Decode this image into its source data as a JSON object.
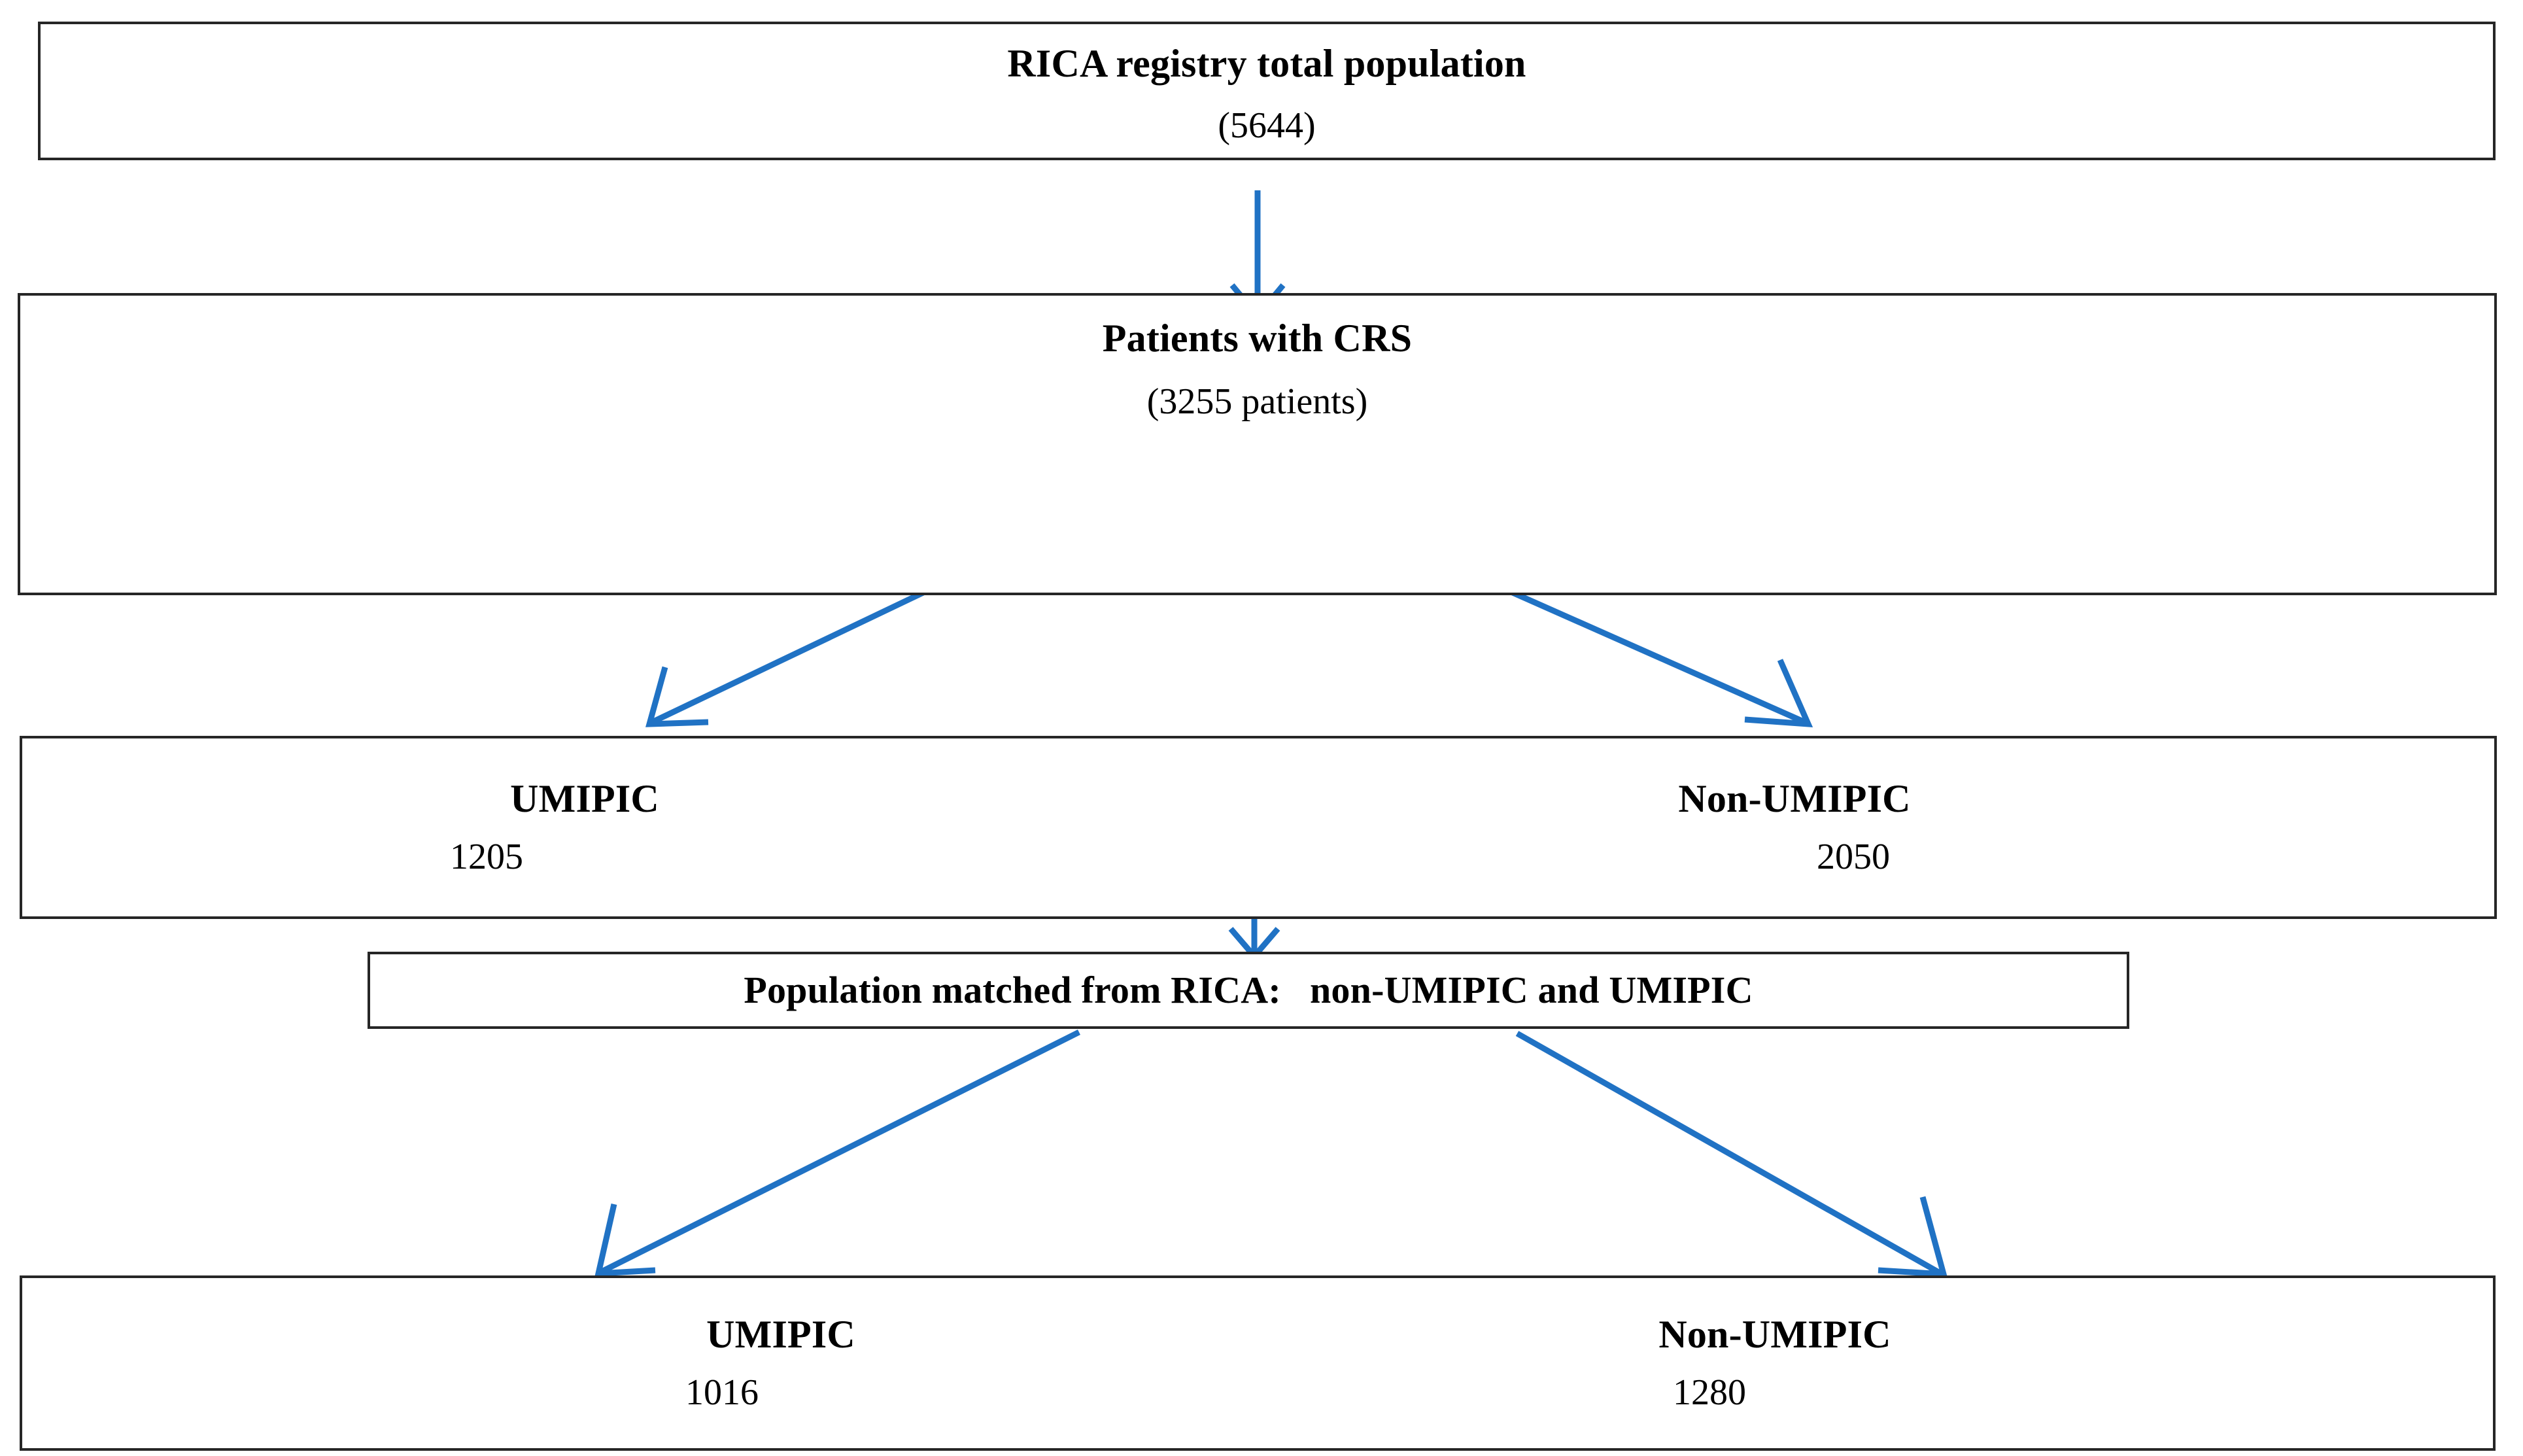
{
  "figure": {
    "type": "flowchart",
    "description": "Patient selection flow diagram from the RICA registry",
    "accent_color": "#2072C4",
    "box_border_color": "#262626",
    "background_color": "#FFFFFF"
  },
  "nodes": {
    "total_population": {
      "title": "RICA registry total population",
      "count_label": "(5644)"
    },
    "crs_patients": {
      "title": "Patients with CRS",
      "count_label": "(3255 patients)"
    },
    "split_cohorts": {
      "left": {
        "title": "UMIPIC",
        "count_label": "1205"
      },
      "right": {
        "title": "Non-UMIPIC",
        "count_label": "2050"
      }
    },
    "matched_population": {
      "title": "Population matched from RICA:   non-UMIPIC and UMIPIC"
    },
    "final_cohorts": {
      "left": {
        "title": "UMIPIC",
        "count_label": "1016"
      },
      "right": {
        "title": "Non-UMIPIC",
        "count_label": "1280"
      }
    }
  },
  "edges": [
    {
      "name": "total-to-crs",
      "from": "total_population",
      "to": "crs_patients",
      "direction": "down"
    },
    {
      "name": "crs-to-umipic",
      "from": "crs_patients",
      "to": "split_cohorts.left",
      "direction": "down-left"
    },
    {
      "name": "crs-to-non-umipic",
      "from": "crs_patients",
      "to": "split_cohorts.right",
      "direction": "down-right"
    },
    {
      "name": "split-to-matched",
      "from": "split_cohorts",
      "to": "matched_population",
      "direction": "down"
    },
    {
      "name": "matched-to-umipic",
      "from": "matched_population",
      "to": "final_cohorts.left",
      "direction": "down-left"
    },
    {
      "name": "matched-to-non-umipic",
      "from": "matched_population",
      "to": "final_cohorts.right",
      "direction": "down-right"
    }
  ]
}
